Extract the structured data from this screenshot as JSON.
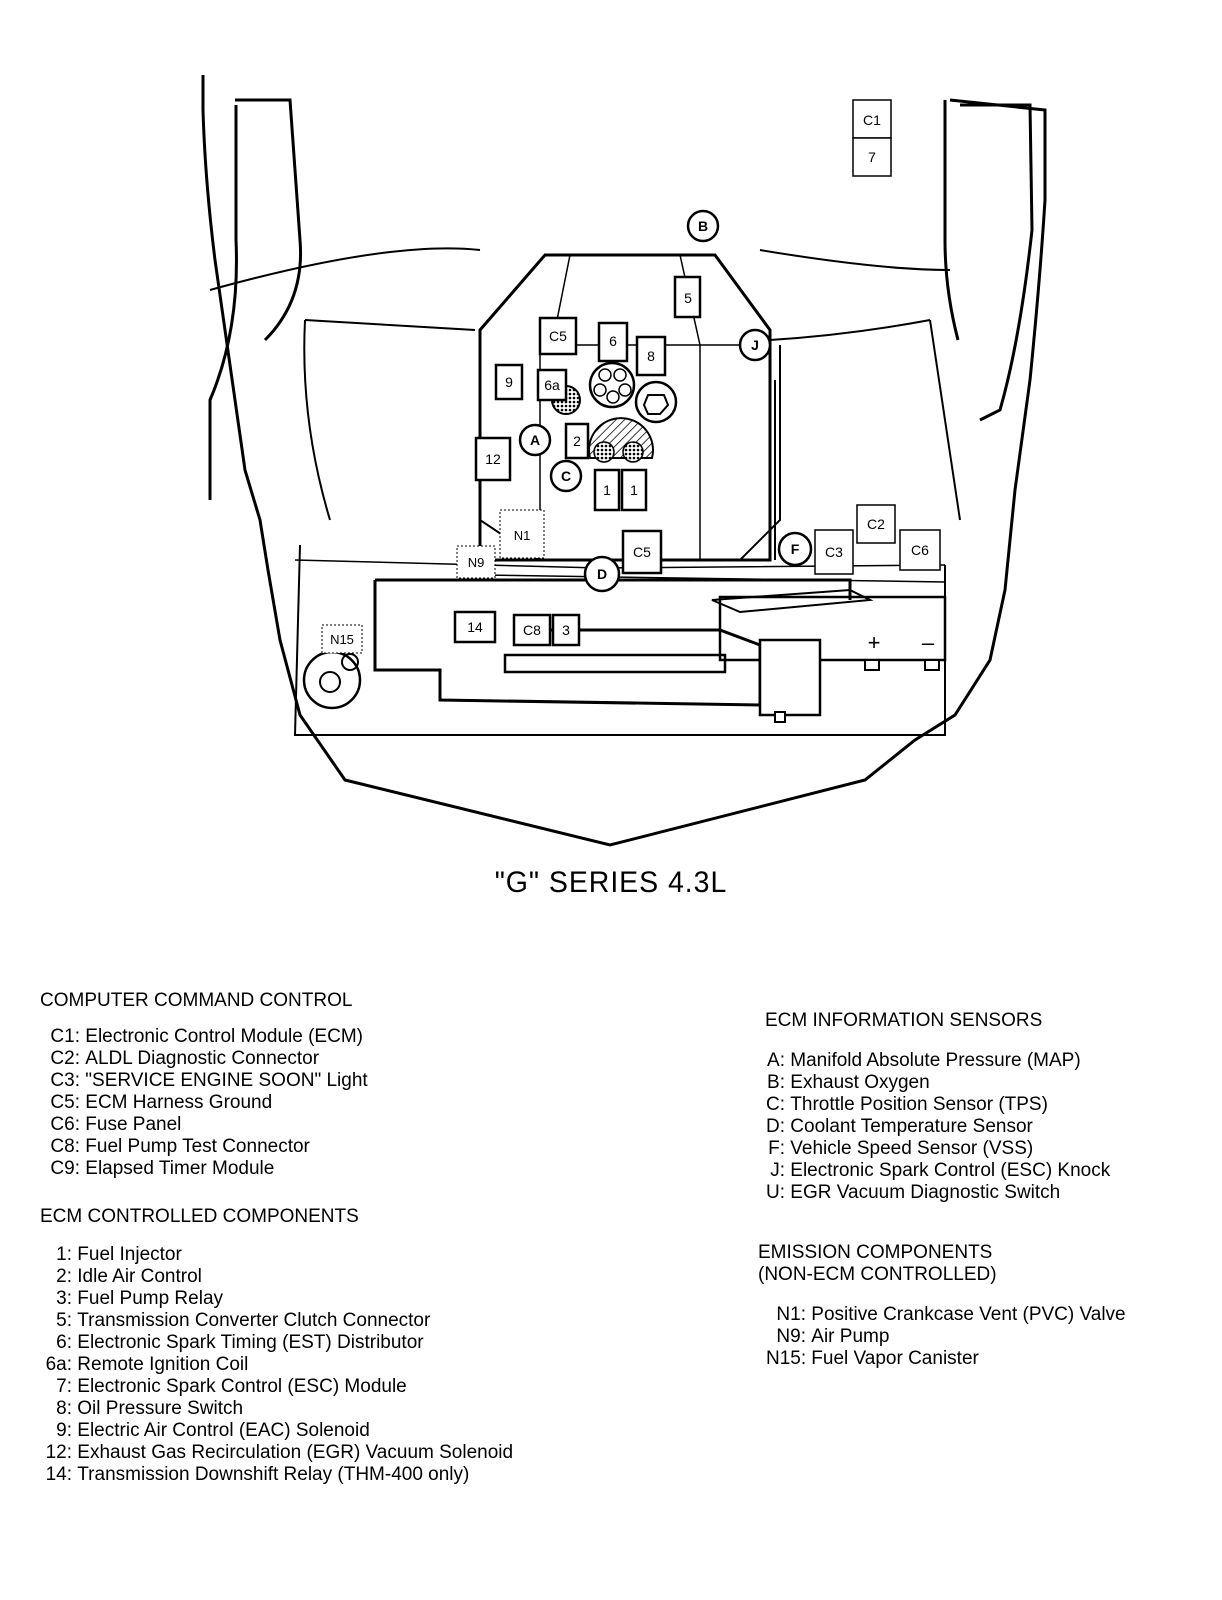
{
  "diagram": {
    "title": "\"G\" SERIES 4.3L",
    "labels": {
      "C1": "C1",
      "7": "7",
      "B": "B",
      "5": "5",
      "C5_top": "C5",
      "6": "6",
      "8": "8",
      "J": "J",
      "9": "9",
      "6a": "6a",
      "A": "A",
      "2": "2",
      "12": "12",
      "C": "C",
      "1a": "1",
      "1b": "1",
      "N1": "N1",
      "N9": "N9",
      "D": "D",
      "C5_mid": "C5",
      "F": "F",
      "C3": "C3",
      "C2": "C2",
      "C6": "C6",
      "N15": "N15",
      "14": "14",
      "C8": "C8",
      "3": "3",
      "plus": "+",
      "minus": "–"
    }
  },
  "legend": {
    "computer_command_control": {
      "heading": "COMPUTER COMMAND CONTROL",
      "items": [
        {
          "key": "C1:",
          "text": "Electronic Control Module (ECM)"
        },
        {
          "key": "C2:",
          "text": "ALDL Diagnostic Connector"
        },
        {
          "key": "C3:",
          "text": "\"SERVICE ENGINE SOON\" Light"
        },
        {
          "key": "C5:",
          "text": "ECM Harness Ground"
        },
        {
          "key": "C6:",
          "text": "Fuse Panel"
        },
        {
          "key": "C8:",
          "text": "Fuel Pump Test Connector"
        },
        {
          "key": "C9:",
          "text": "Elapsed Timer Module"
        }
      ]
    },
    "ecm_controlled_components": {
      "heading": "ECM CONTROLLED COMPONENTS",
      "items": [
        {
          "key": "1:",
          "text": "Fuel Injector"
        },
        {
          "key": "2:",
          "text": "Idle Air Control"
        },
        {
          "key": "3:",
          "text": "Fuel Pump Relay"
        },
        {
          "key": "5:",
          "text": "Transmission Converter Clutch Connector"
        },
        {
          "key": "6:",
          "text": "Electronic Spark Timing (EST) Distributor"
        },
        {
          "key": "6a:",
          "text": "Remote Ignition Coil"
        },
        {
          "key": "7:",
          "text": "Electronic Spark Control (ESC) Module"
        },
        {
          "key": "8:",
          "text": "Oil Pressure Switch"
        },
        {
          "key": "9:",
          "text": "Electric Air Control (EAC) Solenoid"
        },
        {
          "key": "12:",
          "text": "Exhaust Gas Recirculation (EGR) Vacuum Solenoid"
        },
        {
          "key": "14:",
          "text": "Transmission Downshift Relay (THM-400 only)"
        }
      ]
    },
    "ecm_information_sensors": {
      "heading": "ECM INFORMATION SENSORS",
      "items": [
        {
          "key": "A:",
          "text": "Manifold Absolute Pressure (MAP)"
        },
        {
          "key": "B:",
          "text": "Exhaust Oxygen"
        },
        {
          "key": "C:",
          "text": "Throttle Position Sensor (TPS)"
        },
        {
          "key": "D:",
          "text": "Coolant Temperature Sensor"
        },
        {
          "key": "F:",
          "text": "Vehicle Speed Sensor (VSS)"
        },
        {
          "key": "J:",
          "text": "Electronic Spark Control (ESC) Knock"
        },
        {
          "key": "U:",
          "text": "EGR Vacuum Diagnostic Switch"
        }
      ]
    },
    "emission_components": {
      "heading_line1": "EMISSION COMPONENTS",
      "heading_line2": "(NON-ECM CONTROLLED)",
      "items": [
        {
          "key": "N1:",
          "text": "Positive Crankcase Vent (PVC) Valve"
        },
        {
          "key": "N9:",
          "text": "Air Pump"
        },
        {
          "key": "N15:",
          "text": "Fuel Vapor Canister"
        }
      ]
    }
  }
}
